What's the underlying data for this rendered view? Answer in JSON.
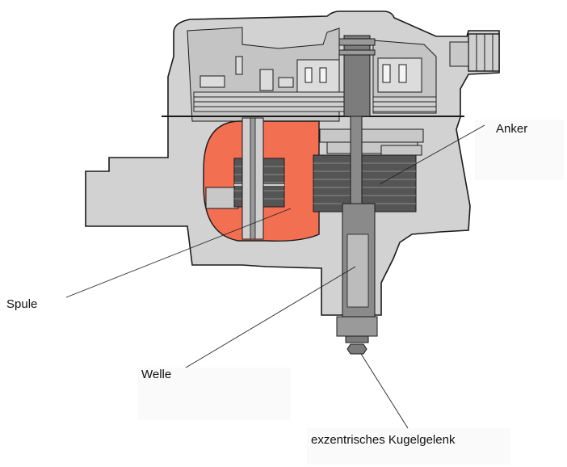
{
  "labels": {
    "anker": "Anker",
    "spule": "Spule",
    "welle": "Welle",
    "kugelgelenk": "exzentrisches Kugelgelenk"
  },
  "colors": {
    "housing": "#d2d2d2",
    "housing_dark": "#bdbdbd",
    "outline": "#1a1a1a",
    "coil": "#f26f52",
    "lamination": "#555555",
    "lamination_line": "#8a8a8a",
    "shaft": "#7c7c7c",
    "leader_line": "#222222"
  }
}
